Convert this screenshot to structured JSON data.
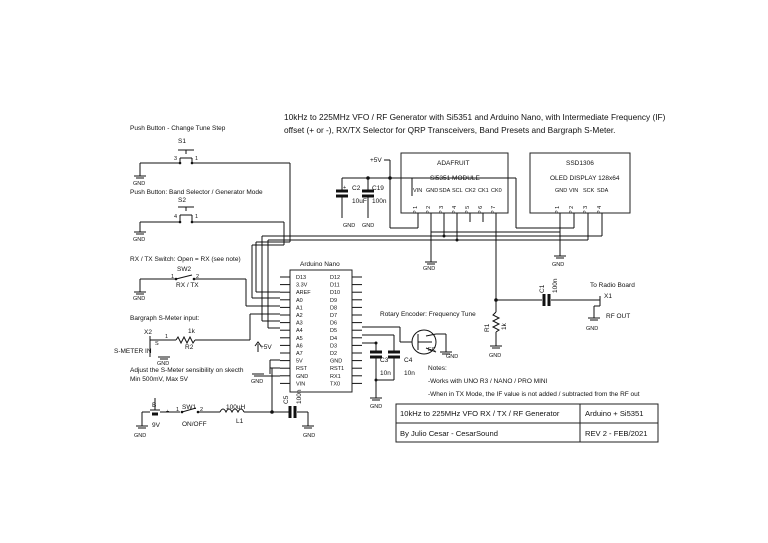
{
  "title_line1": "10kHz to 225MHz VFO / RF Generator with Si5351 and Arduino Nano, with Intermediate Frequency (IF)",
  "title_line2": "offset (+ or -), RX/TX Selector for QRP Transceivers, Band Presets and Bargraph S-Meter.",
  "sw1_caption": "Push Button - Change Tune Step",
  "sw1_ref": "S1",
  "sw2_caption": "Push Button: Band Selector / Generator Mode",
  "sw2_ref": "S2",
  "rxtx_caption": "RX / TX Switch: Open = RX (see note)",
  "rxtx_ref": "SW2",
  "rxtx_label": "RX / TX",
  "smeter_caption": "Bargraph S-Meter input:",
  "x2_ref": "X2",
  "r2_value": "1k",
  "r2_ref": "R2",
  "smeter_in": "S-METER IN",
  "smeter_note1": "Adjust the S-Meter sensibility on skecth",
  "smeter_note2": "Min 500mV, Max 5V",
  "plus5v_top": "+5V",
  "plus5v_mid": "+5V",
  "c2_ref": "C2",
  "c2_value": "10uF",
  "c19_ref": "C19",
  "c19_value": "100n",
  "gnd": "GND",
  "adafruit": {
    "name": "ADAFRUIT",
    "module": "Si5351 MODULE",
    "pins": [
      "VIN",
      "GND",
      "SDA",
      "SCL",
      "CK2",
      "CK1",
      "CK0"
    ],
    "pin_refs": [
      "P 1",
      "P 2",
      "P 3",
      "P 4",
      "P 5",
      "P 6",
      "P 7"
    ]
  },
  "oled": {
    "name": "SSD1306",
    "module": "OLED DISPLAY 128x64",
    "pins": [
      "GND",
      "VIN",
      "SCK",
      "SDA"
    ],
    "pin_refs": [
      "P 1",
      "P 2",
      "P 3",
      "P 4"
    ]
  },
  "nano": {
    "title": "Arduino Nano",
    "left_pins": [
      "D13",
      "3.3V",
      "AREF",
      "A0",
      "A1",
      "A2",
      "A3",
      "A4",
      "A5",
      "A6",
      "A7",
      "5V",
      "RST",
      "GND",
      "VIN"
    ],
    "right_pins": [
      "D12",
      "D11",
      "D10",
      "D9",
      "D8",
      "D7",
      "D6",
      "D5",
      "D4",
      "D3",
      "D2",
      "GND",
      "RST1",
      "RX1",
      "TX0"
    ]
  },
  "encoder_label": "Rotary Encoder: Frequency Tune",
  "encoder_ref": "EC",
  "c3_ref": "C3",
  "c3_value": "10n",
  "c4_ref": "C4",
  "c4_value": "10n",
  "c1_ref": "C1",
  "c1_value": "100n",
  "r1_ref": "R1",
  "r1_value": "1k",
  "to_radio": "To Radio Board",
  "x1_ref": "X1",
  "rf_out": "RF OUT",
  "notes_title": "Notes:",
  "note1": "-Works with  UNO R3 / NANO / PRO MINI",
  "note2": "-When in TX Mode, the IF value is not added / subtracted from the RF out",
  "batt_ref": "B",
  "batt_value": "9V",
  "sw1_power_ref": "SW1",
  "sw1_power_label": "ON/OFF",
  "l1_value": "100uH",
  "l1_ref": "L1",
  "c5_ref": "C5",
  "c5_value": "100n",
  "tb_title": "10kHz to 225MHz VFO RX / TX /  RF Generator",
  "tb_platform": "Arduino + Si5351",
  "tb_author": "By Julio Cesar - CesarSound",
  "tb_rev": "REV 2 - FEB/2021"
}
